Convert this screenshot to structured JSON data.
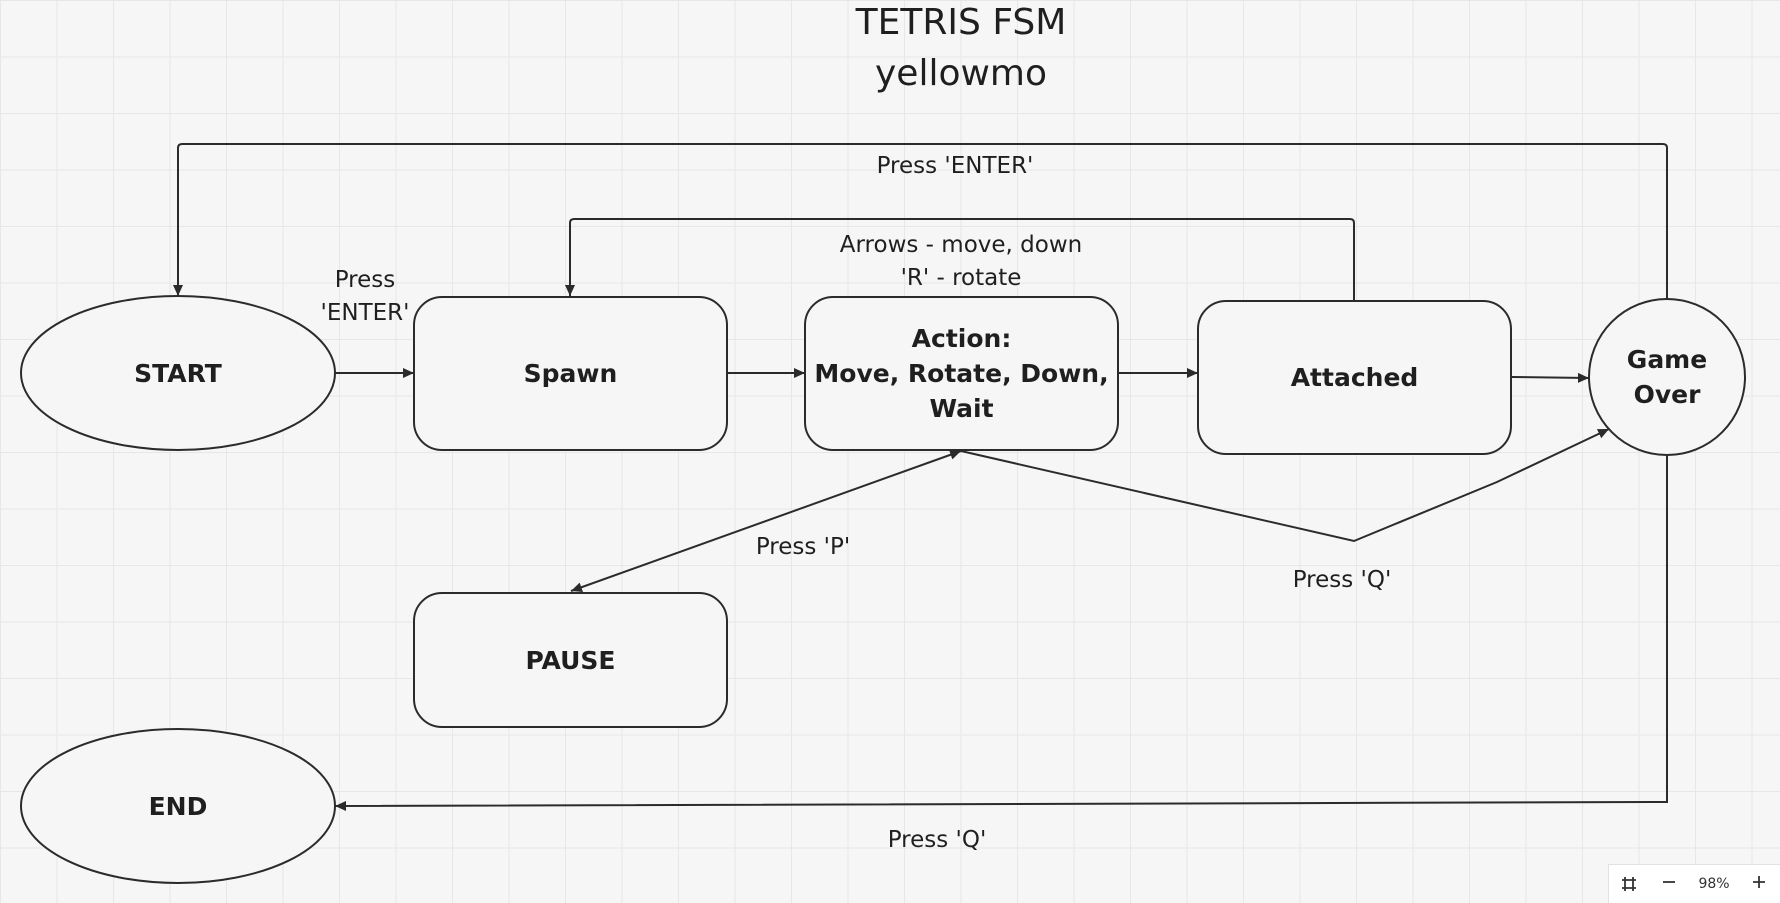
{
  "diagram": {
    "title": "TETRIS FSM",
    "subtitle": "yellowmo",
    "nodes": {
      "start": "START",
      "spawn": "Spawn",
      "action": "Action:\nMove, Rotate, Down,\nWait",
      "attached": "Attached",
      "game_over": "Game\nOver",
      "pause": "PAUSE",
      "end": "END"
    },
    "edges": {
      "restart": "Press 'ENTER'",
      "start_to_spawn": "Press\n'ENTER'",
      "attached_to_spawn": "Arrows - move, down\n'R' - rotate",
      "action_pause": "Press 'P'",
      "action_quit": "Press 'Q'",
      "gameover_to_end": "Press 'Q'"
    }
  },
  "toolbar": {
    "fit_icon": "fit-to-screen-icon",
    "zoom_out_icon": "minus-icon",
    "zoom_level": "98%",
    "zoom_in_icon": "plus-icon"
  }
}
